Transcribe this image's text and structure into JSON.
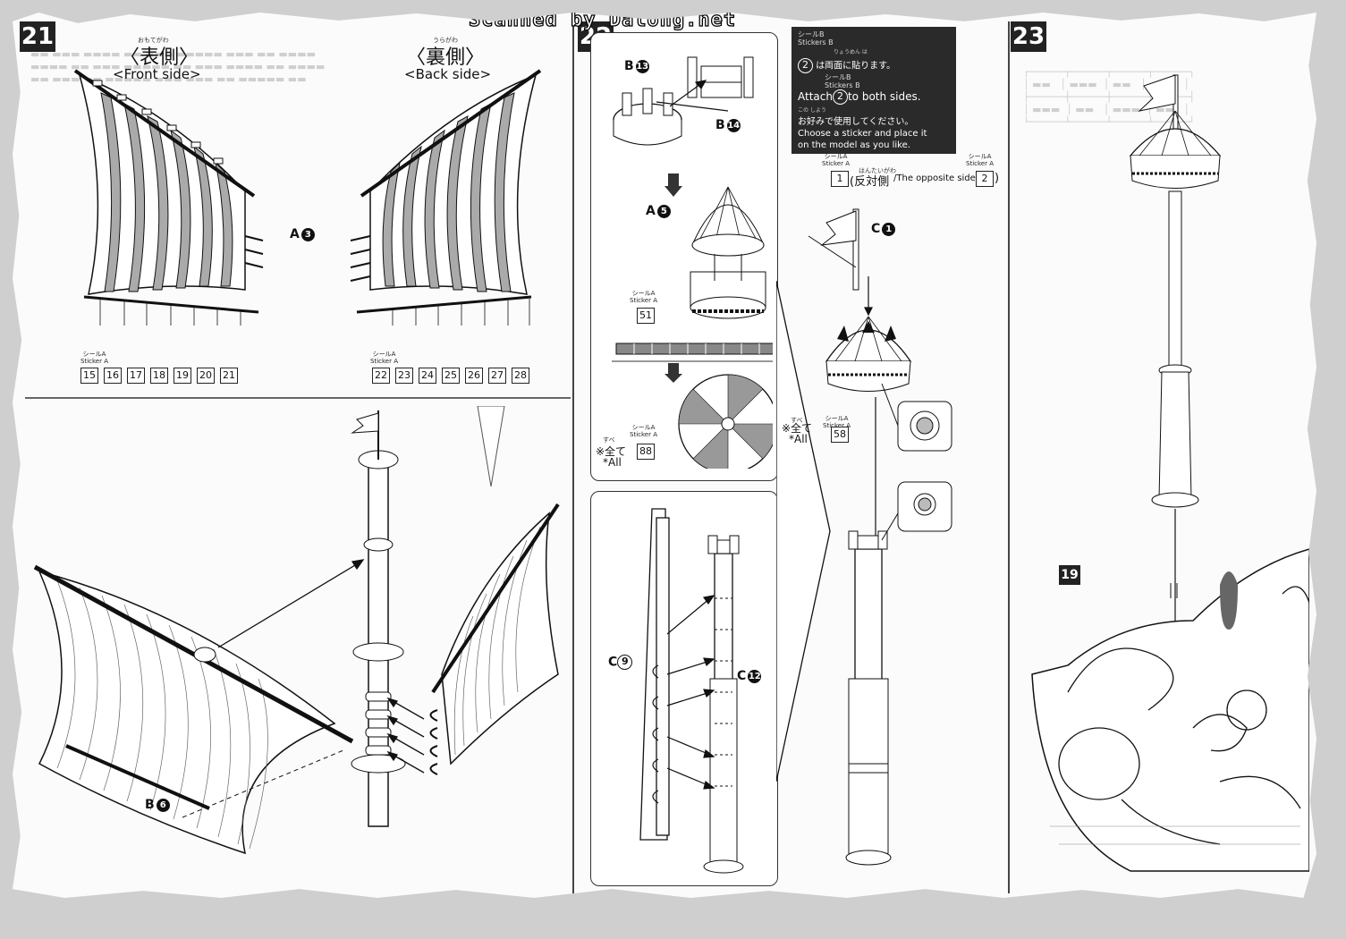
{
  "watermark": "Scanned by Dalong.net",
  "step21": {
    "number": "21",
    "front": {
      "furigana": "おもてがわ",
      "jp": "〈表側〉",
      "en": "<Front side>"
    },
    "back": {
      "furigana": "うらがわ",
      "jp": "〈裏側〉",
      "en": "<Back side>"
    },
    "part_sail": {
      "letter": "A",
      "num": "3"
    },
    "part_yard": {
      "letter": "B",
      "num": "6"
    },
    "front_sticker_label": {
      "jp": "シールA",
      "en": "Sticker A"
    },
    "back_sticker_label": {
      "jp": "シールA",
      "en": "Sticker A"
    },
    "front_stickers": [
      "15",
      "16",
      "17",
      "18",
      "19",
      "20",
      "21"
    ],
    "back_stickers": [
      "22",
      "23",
      "24",
      "25",
      "26",
      "27",
      "28"
    ]
  },
  "step22": {
    "number": "22",
    "part_b13": {
      "letter": "B",
      "num": "13"
    },
    "part_b14": {
      "letter": "B",
      "num": "14"
    },
    "part_a5": {
      "letter": "A",
      "num": "5"
    },
    "part_c1": {
      "letter": "C",
      "num": "1"
    },
    "part_c9": {
      "letter": "C",
      "num": "9"
    },
    "part_c12": {
      "letter": "C",
      "num": "12"
    },
    "sticker51": {
      "jp": "シールA",
      "en": "Sticker A",
      "num": "51"
    },
    "sticker88": {
      "jp": "シールA",
      "en": "Sticker A",
      "num": "88",
      "all_furi": "すべ",
      "all_jp": "※全て",
      "all_en": "*All"
    },
    "sticker58": {
      "jp": "シールA",
      "en": "Sticker A",
      "num": "58",
      "all_furi": "すべ",
      "all_jp": "※全て",
      "all_en": "*All"
    },
    "callout": {
      "sticker_jp": "シールB",
      "sticker_en": "Stickers B",
      "line1_num": "2",
      "line1_jp": "は両面に貼ります。",
      "line1_furi": "りょうめん は",
      "line2_sticker_jp": "シールB",
      "line2_sticker_en": "Stickers B",
      "line2_pre": "Attach",
      "line2_num": "2",
      "line2_post": "to both sides.",
      "line3_jp": "お好みで使用してください。",
      "line3_furi": "この しよう",
      "line4_en": "Choose a sticker and place it",
      "line5_en": "on the model as you like."
    },
    "opposite": {
      "sticker_a_jp": "シールA",
      "sticker_a_en": "Sticker A",
      "num1": "1",
      "furi": "はんたいがわ",
      "jp": "(反対側",
      "en": "/The opposite side",
      "num2": "2",
      "close": ")"
    }
  },
  "step23": {
    "number": "23",
    "ship_part": "19"
  },
  "colors": {
    "ink": "#111111",
    "paper": "#fbfbfb",
    "step_badge": "#222222",
    "stripe": "#9a9a9a"
  }
}
